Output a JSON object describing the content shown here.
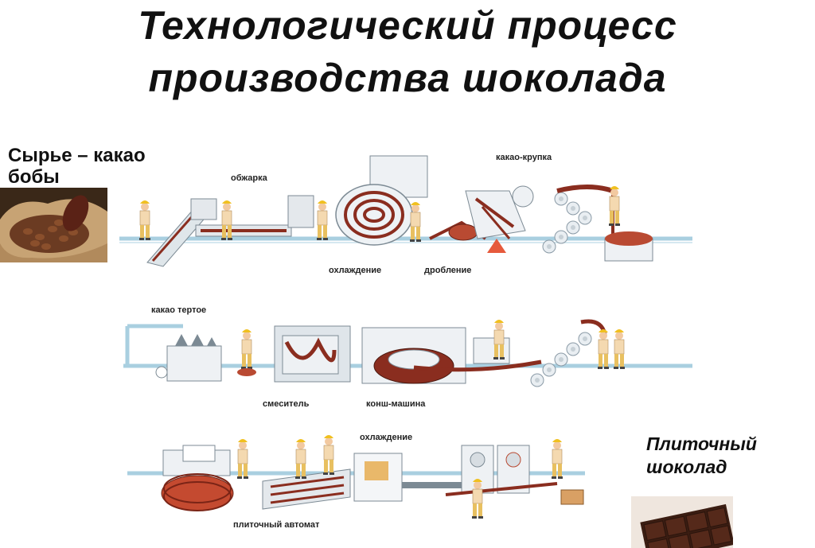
{
  "title": {
    "line1": "Технологический процесс",
    "line2": "производства шоколада"
  },
  "raw_material": {
    "label": "Сырье – какао бобы",
    "image": "cocoa-beans-sack-photo"
  },
  "final_product": {
    "label": "Плиточный шоколад",
    "image": "chocolate-bar-photo"
  },
  "stages": {
    "row1": {
      "roasting": "обжарка",
      "cooling": "охлаждение",
      "crushing": "дробление",
      "cocoa_nibs": "какао-крупка"
    },
    "row2": {
      "cocoa_liquor": "какао тертое",
      "mixer": "смеситель",
      "conche": "конш-машина"
    },
    "row3": {
      "cooling": "охлаждение",
      "bar_machine": "плиточный автомат"
    }
  },
  "colors": {
    "pipe": "#a9cfe0",
    "chocolate": "#8a2d1f",
    "machine": "#e4e8ec",
    "worker_suit": "#f4d9b0",
    "helmet": "#f0c020"
  }
}
